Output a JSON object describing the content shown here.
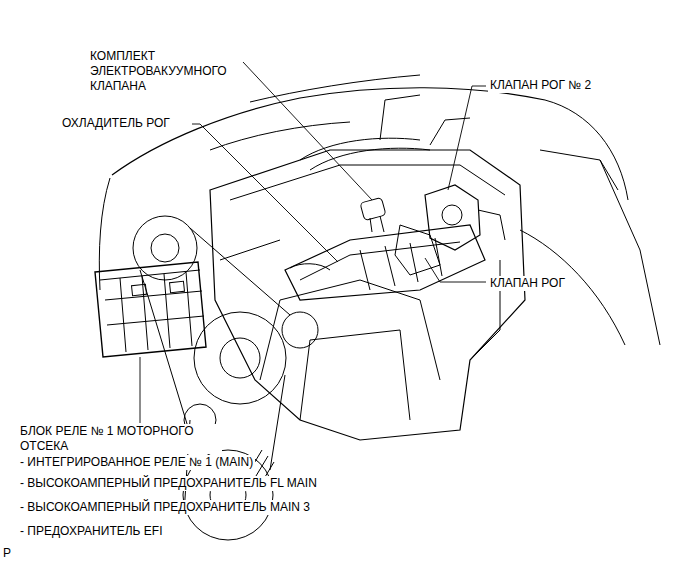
{
  "diagram": {
    "labels": [
      "КОМПЛЕКТ ЭЛЕКТРОВАКУУМНОГО КЛАПАНА",
      "КЛАПАН РОГ № 2",
      "ОХЛАДИТЕЛЬ РОГ",
      "КЛАПАН РОГ",
      "БЛОК РЕЛЕ № 1 МОТОРНОГО ОТСЕКА",
      "- ИНТЕГРИРОВАННОЕ РЕЛЕ № 1 (MAIN)",
      "- ВЫСОКОАМПЕРНЫЙ ПРЕДОХРАНИТЕЛЬ FL MAIN",
      "- ВЫСОКОАМПЕРНЫЙ ПРЕДОХРАНИТЕЛЬ MAIN 3",
      "- ПРЕДОХРАНИТЕЛЬ EFI",
      "P"
    ]
  }
}
